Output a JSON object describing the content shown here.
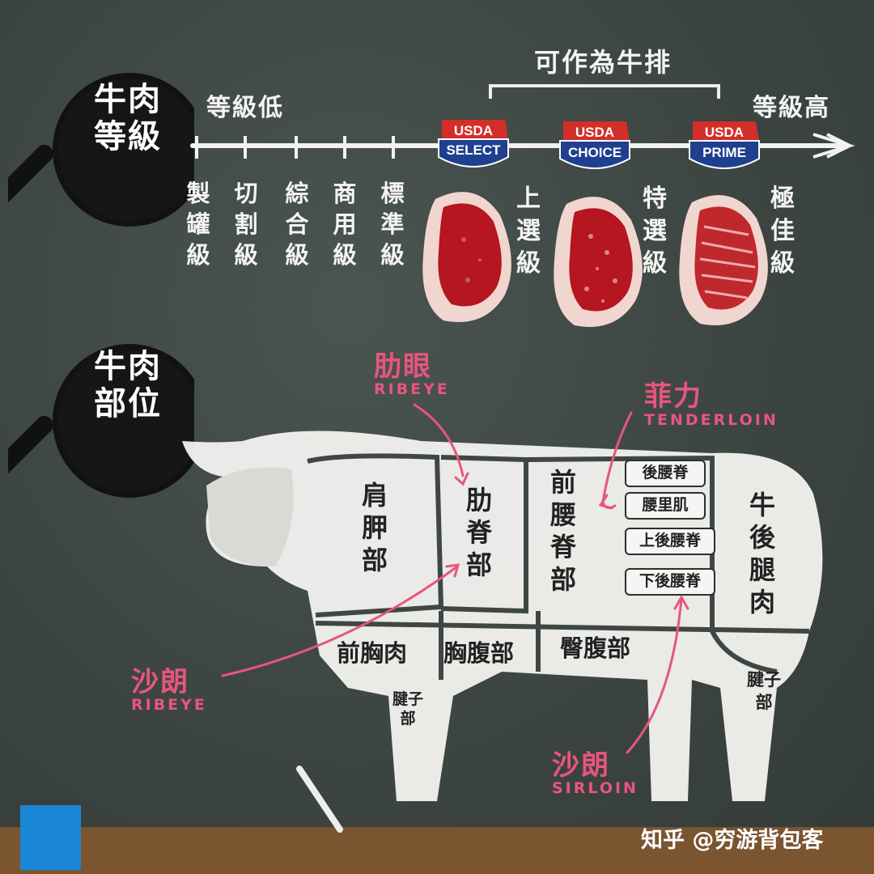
{
  "title_grade": "牛肉\n等級",
  "title_parts": "牛肉\n部位",
  "scale_low": "等級低",
  "scale_high": "等級高",
  "steak_label": "可作為牛排",
  "low_grades": [
    "製罐級",
    "切割級",
    "綜合級",
    "商用級",
    "標準級"
  ],
  "usda_grades": [
    {
      "top": "USDA",
      "name": "SELECT",
      "zh": "上選級"
    },
    {
      "top": "USDA",
      "name": "CHOICE",
      "zh": "特選級"
    },
    {
      "top": "USDA",
      "name": "PRIME",
      "zh": "極佳級"
    }
  ],
  "callouts": {
    "ribeye_top_zh": "肋眼",
    "ribeye_top_en": "RIBEYE",
    "tenderloin_zh": "菲力",
    "tenderloin_en": "TENDERLOIN",
    "ribeye_left_zh": "沙朗",
    "ribeye_left_en": "RIBEYE",
    "sirloin_zh": "沙朗",
    "sirloin_en": "SIRLOIN"
  },
  "cuts": {
    "chuck": "肩胛部",
    "rib": "肋脊部",
    "loin": "前腰脊部",
    "round": "牛後腿肉",
    "brisket": "前胸肉",
    "plate": "胸腹部",
    "flank": "臀腹部",
    "shank_front": "腱子部",
    "shank_rear": "腱子部",
    "short_loin": "後腰脊",
    "tenderloin_box": "腰里肌",
    "top_sirloin": "上後腰脊",
    "bottom_sirloin": "下後腰脊"
  },
  "watermark": "知乎 @穷游背包客",
  "colors": {
    "chalkboard": "#3e4743",
    "accent_pink": "#e8557f",
    "usda_red": "#d42e2a",
    "usda_blue": "#1f3f8f",
    "meat_red": "#b5161f",
    "fat": "#f1d6d0"
  }
}
